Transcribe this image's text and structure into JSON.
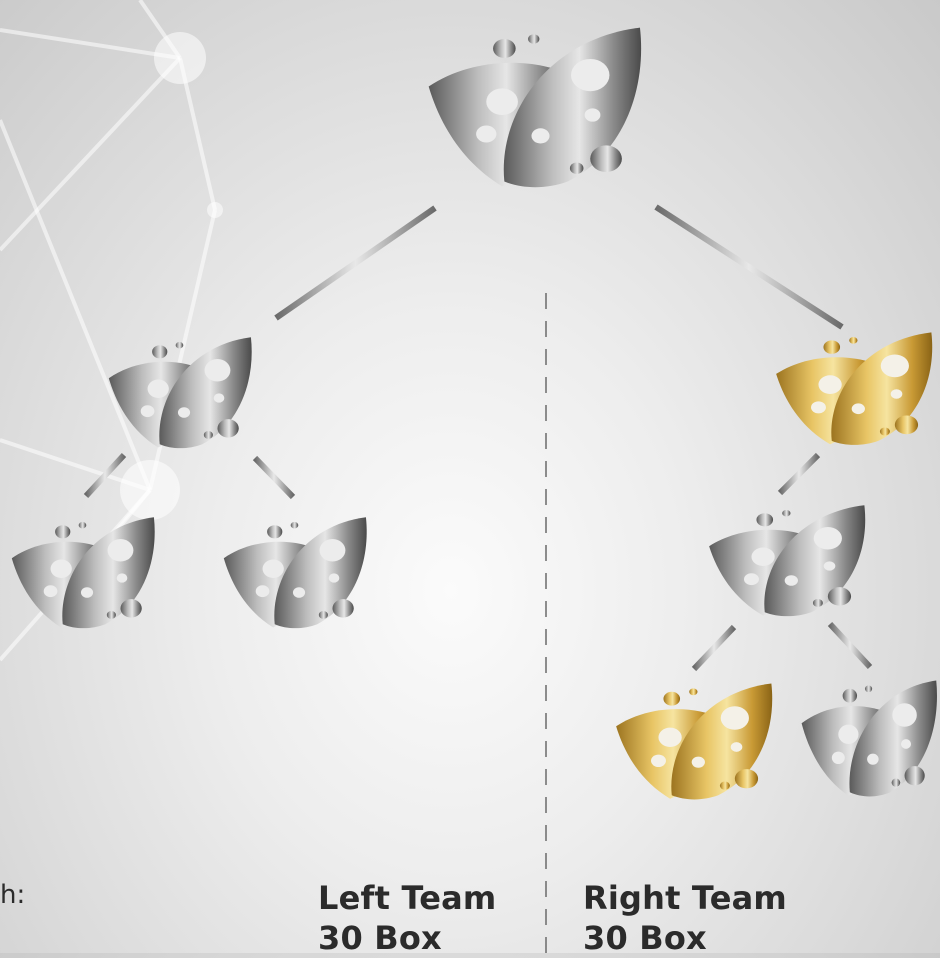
{
  "left_team": {
    "name": "Left Team",
    "count": "30 Box"
  },
  "right_team": {
    "name": "Right Team",
    "count": "30 Box"
  },
  "cut_text": "h:",
  "colors": {
    "silver_light": "#e2e2e2",
    "silver_mid": "#a8a8a8",
    "silver_dark": "#5a5a5a",
    "gold_light": "#f3dc8a",
    "gold_mid": "#d3a941",
    "gold_dark": "#9c7420"
  },
  "nodes": [
    {
      "id": "root",
      "color": "silver"
    },
    {
      "id": "left-child",
      "color": "silver"
    },
    {
      "id": "left-grandchild-1",
      "color": "silver"
    },
    {
      "id": "left-grandchild-2",
      "color": "silver"
    },
    {
      "id": "right-child",
      "color": "gold"
    },
    {
      "id": "right-grandchild",
      "color": "silver"
    },
    {
      "id": "right-great-grandchild-1",
      "color": "gold"
    },
    {
      "id": "right-great-grandchild-2",
      "color": "silver"
    }
  ]
}
